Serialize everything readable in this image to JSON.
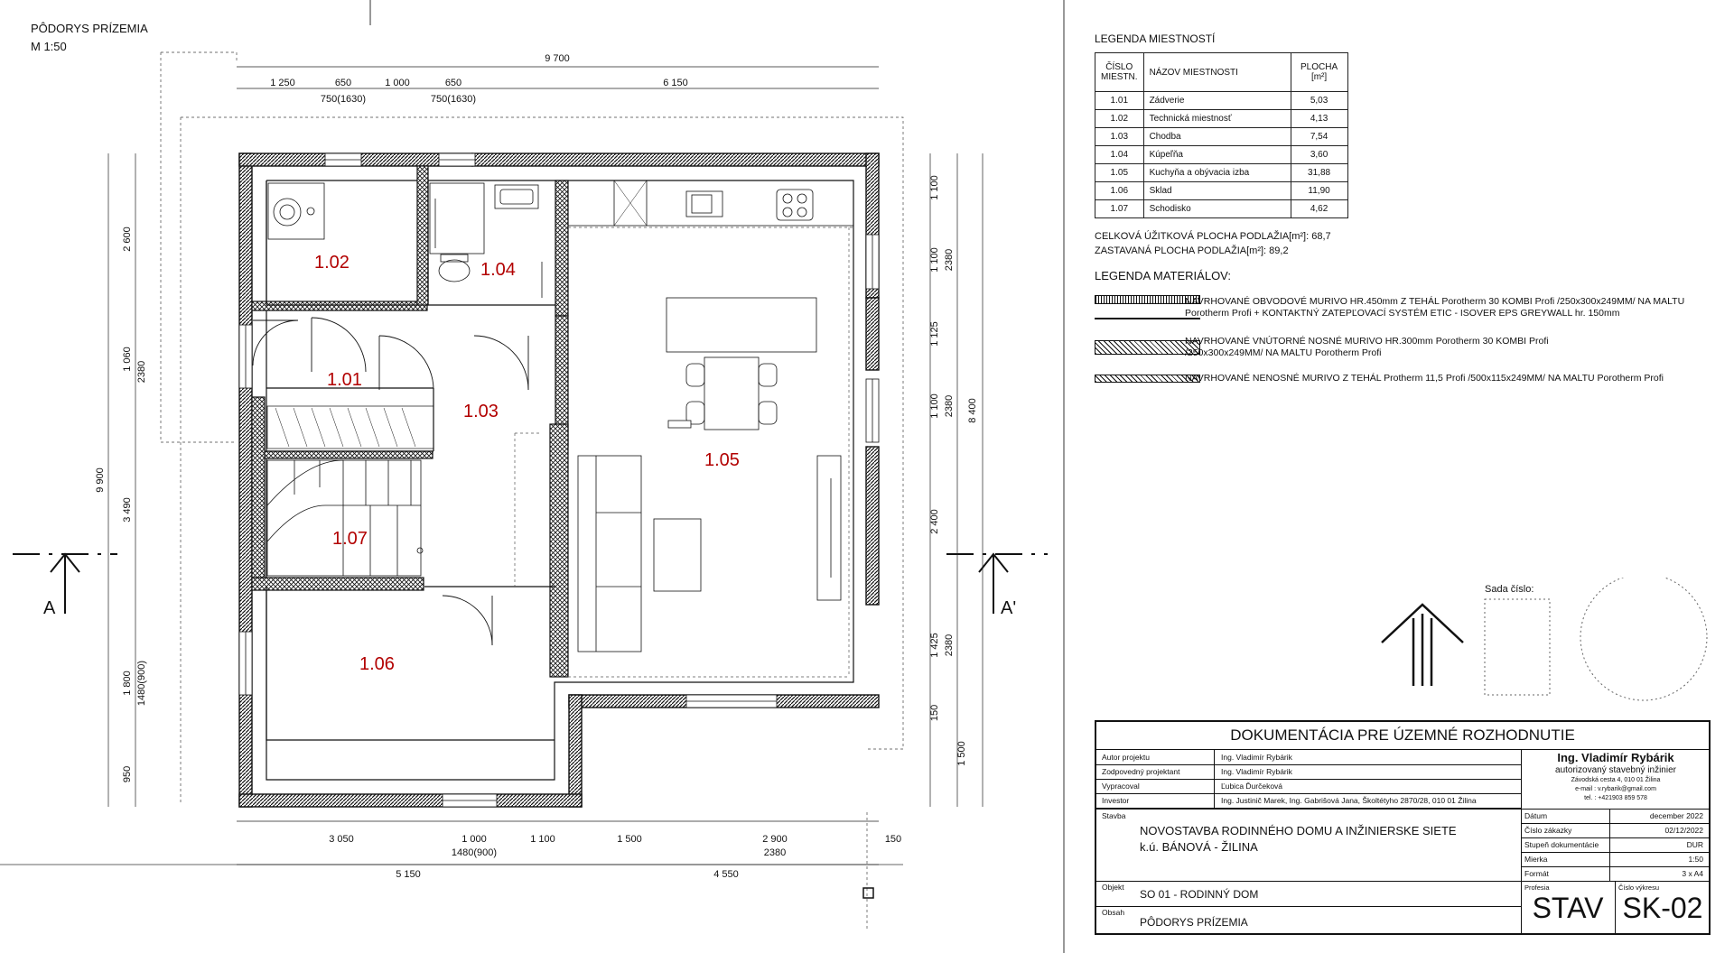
{
  "plan": {
    "title": "PÔDORYS PRÍZEMIA",
    "scale": "M 1:50",
    "rooms": [
      {
        "id": "1.02"
      },
      {
        "id": "1.04"
      },
      {
        "id": "1.01"
      },
      {
        "id": "1.03"
      },
      {
        "id": "1.05"
      },
      {
        "id": "1.07"
      },
      {
        "id": "1.06"
      }
    ],
    "section_left": "A",
    "section_right": "A'",
    "dims_top": {
      "overall": "9 700",
      "parts": [
        "1 250",
        "650",
        "1 000",
        "650",
        "6 150"
      ],
      "window_a": "750(1630)",
      "window_b": "750(1630)"
    },
    "dims_bottom": {
      "parts": [
        "3 050",
        "1 000",
        "1 100",
        "1 500",
        "2 900",
        "150"
      ],
      "door": "1480(900)",
      "window": "2380",
      "left_total": "5 150",
      "right_total": "4 550"
    },
    "dims_left": {
      "overall": "9 900",
      "parts": [
        "2 600",
        "1 060",
        "3 490",
        "1 800",
        "950"
      ],
      "opening_a": "2380",
      "opening_b": "1480(900)"
    },
    "dims_right": {
      "overall": "8 400",
      "parts": [
        "1 100",
        "1 100",
        "1 125",
        "1 100",
        "2 400",
        "1 425",
        "150",
        "1 500"
      ],
      "openings": [
        "2380",
        "2380",
        "2380"
      ]
    },
    "north_label": "Sada číslo:"
  },
  "rooms_legend": {
    "title": "LEGENDA MIESTNOSTÍ",
    "headers": [
      "ČÍSLO MIESTN.",
      "NÁZOV MIESTNOSTI",
      "PLOCHA [m²]"
    ],
    "rows": [
      [
        "1.01",
        "Zádverie",
        "5,03"
      ],
      [
        "1.02",
        "Technická miestnosť",
        "4,13"
      ],
      [
        "1.03",
        "Chodba",
        "7,54"
      ],
      [
        "1.04",
        "Kúpeľňa",
        "3,60"
      ],
      [
        "1.05",
        "Kuchyňa a obývacia izba",
        "31,88"
      ],
      [
        "1.06",
        "Sklad",
        "11,90"
      ],
      [
        "1.07",
        "Schodisko",
        "4,62"
      ]
    ],
    "total_useful": "CELKOVÁ ÚŽITKOVÁ PLOCHA PODLAŽIA[m²]: 68,7",
    "total_built": "ZASTAVANÁ PLOCHA PODLAŽIA[m²]: 89,2"
  },
  "materials_legend": {
    "title": "LEGENDA MATERIÁLOV:",
    "items": [
      {
        "line1": "NAVRHOVANÉ OBVODOVÉ MURIVO HR.450mm Z TEHÁL Porotherm 30 KOMBI Profi /250x300x249MM/ NA MALTU",
        "line2": "Porotherm Profi + KONTAKTNÝ ZATEPĽOVACÍ SYSTÉM ETIC - ISOVER EPS GREYWALL hr. 150mm"
      },
      {
        "line1": "NAVRHOVANÉ VNÚTORNÉ NOSNÉ MURIVO HR.300mm Porotherm 30 KOMBI Profi",
        "line2": "/250x300x249MM/ NA MALTU Porotherm Profi"
      },
      {
        "line1": "NAVRHOVANÉ NENOSNÉ MURIVO Z TEHÁL Protherm 11,5 Profi /500x115x249MM/ NA MALTU Porotherm Profi",
        "line2": ""
      }
    ]
  },
  "title_block": {
    "header": "DOKUMENTÁCIA PRE ÚZEMNÉ ROZHODNUTIE",
    "people": [
      [
        "Autor projektu",
        "Ing. Vladimír Rybárik"
      ],
      [
        "Zodpovedný projektant",
        "Ing. Vladimír Rybárik"
      ],
      [
        "Vypracoval",
        "Ľubica Ďurčeková"
      ],
      [
        "Investor",
        "Ing. Justinič Marek, Ing. Gabrišová Jana, Školtétyho 2870/28, 010 01 Žilina"
      ]
    ],
    "firm_name": "Ing. Vladimír Rybárik",
    "firm_role": "autorizovaný stavebný inžinier",
    "firm_address": "Závodská cesta 4, 010 01 Žilina",
    "firm_email": "e-mail : v.rybarik@gmail.com",
    "firm_phone": "tel. : +421903 859 578",
    "stavba_label": "Stavba",
    "stavba_line1": "NOVOSTAVBA RODINNÉHO DOMU A INŽINIERSKE SIETE",
    "stavba_line2": "k.ú. BÁNOVÁ - ŽILINA",
    "info": [
      [
        "Dátum",
        "december 2022"
      ],
      [
        "Číslo zákazky",
        "02/12/2022"
      ],
      [
        "Stupeň dokumentácie",
        "DUR"
      ],
      [
        "Mierka",
        "1:50"
      ],
      [
        "Formát",
        "3 x A4"
      ]
    ],
    "objekt_label": "Objekt",
    "objekt_value": "SO 01 - RODINNÝ DOM",
    "obsah_label": "Obsah",
    "obsah_value": "PÔDORYS PRÍZEMIA",
    "profesia_label": "Profesia",
    "profesia_value": "STAV",
    "cislo_label": "Číslo výkresu",
    "cislo_value": "SK-02"
  }
}
